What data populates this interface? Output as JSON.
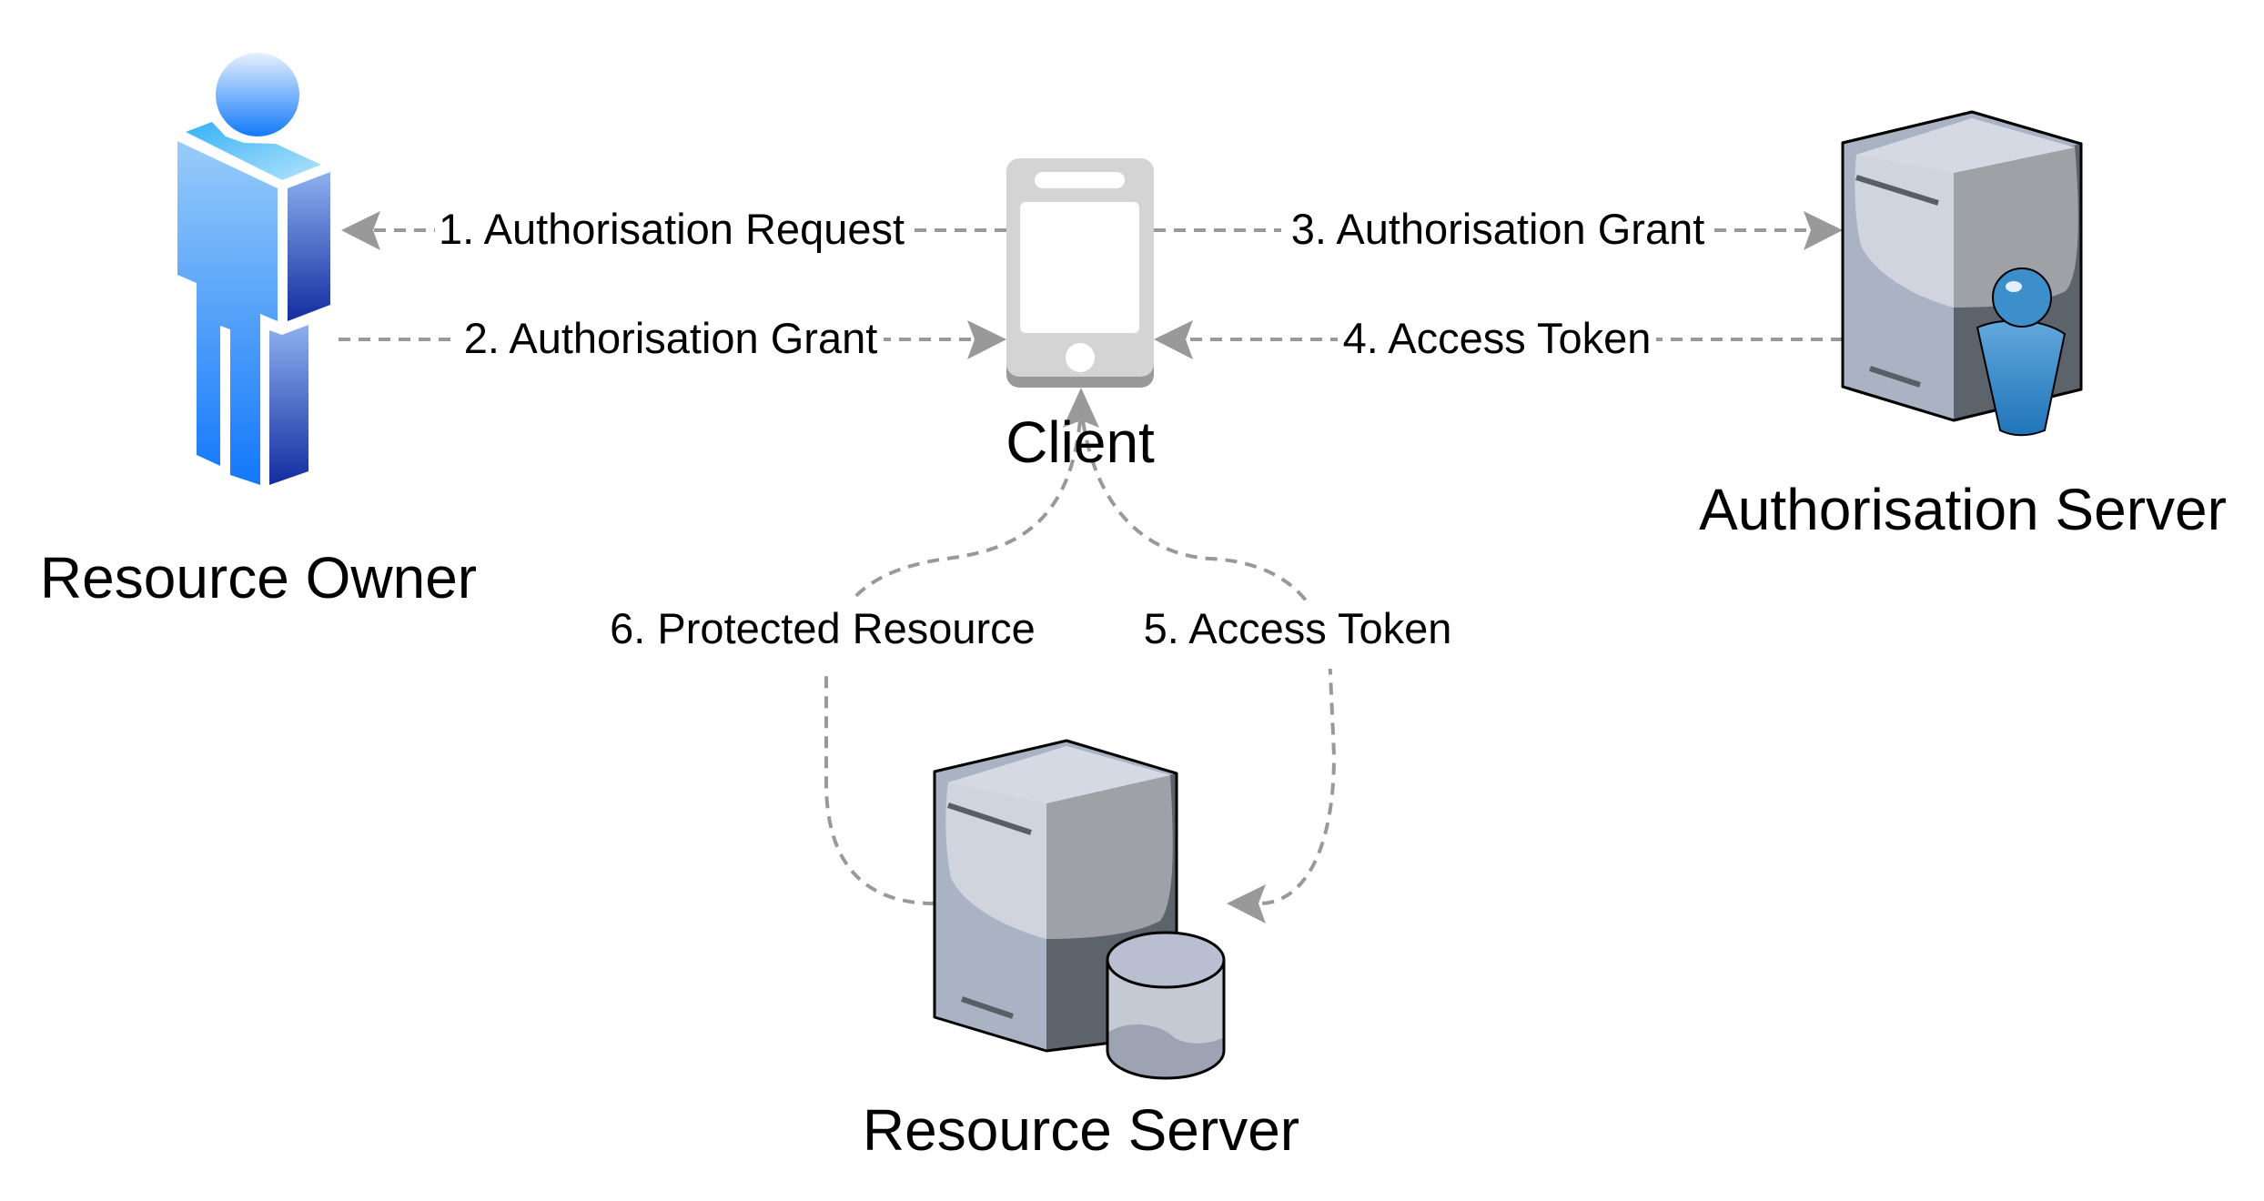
{
  "nodes": {
    "resource_owner": {
      "label": "Resource Owner",
      "icon": "user-icon"
    },
    "client": {
      "label": "Client",
      "icon": "mobile-phone-icon"
    },
    "authorisation_server": {
      "label": "Authorisation Server",
      "icon": "server-with-user-icon"
    },
    "resource_server": {
      "label": "Resource Server",
      "icon": "server-with-database-icon"
    }
  },
  "flows": [
    {
      "step": 1,
      "label": "1. Authorisation Request",
      "from": "Client",
      "to": "Resource Owner"
    },
    {
      "step": 2,
      "label": "2. Authorisation Grant",
      "from": "Resource Owner",
      "to": "Client"
    },
    {
      "step": 3,
      "label": "3. Authorisation Grant",
      "from": "Client",
      "to": "Authorisation Server"
    },
    {
      "step": 4,
      "label": "4. Access Token",
      "from": "Authorisation Server",
      "to": "Client"
    },
    {
      "step": 5,
      "label": "5. Access Token",
      "from": "Client",
      "to": "Resource Server"
    },
    {
      "step": 6,
      "label": "6. Protected Resource",
      "from": "Resource Server",
      "to": "Client"
    }
  ],
  "colors": {
    "connector": "#999999",
    "person_blue": "#1a7ff5",
    "server_gray": "#a9b2c3"
  }
}
